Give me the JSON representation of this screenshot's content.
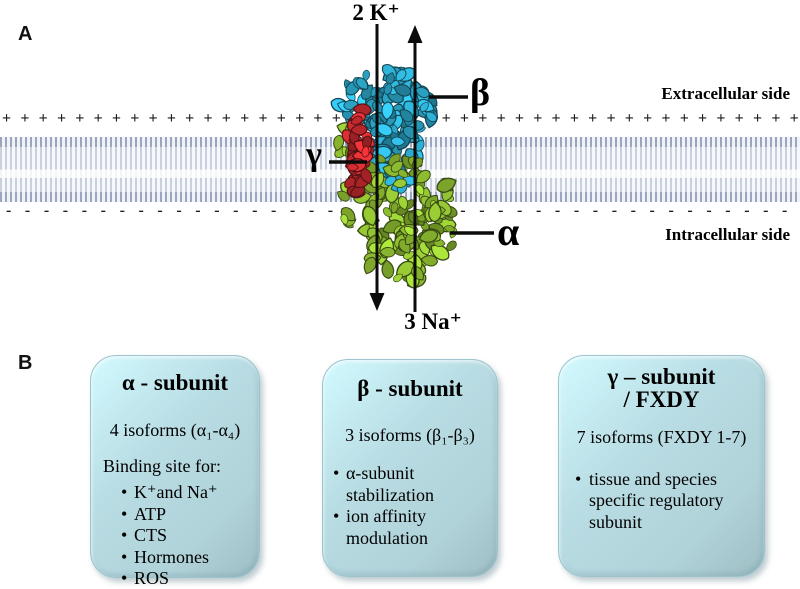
{
  "figure": {
    "panel_a": {
      "label": "A",
      "top_ion_label": "2 K⁺",
      "bottom_ion_label": "3 Na⁺",
      "extracellular_label": "Extracellular side",
      "intracellular_label": "Intracellular side",
      "alpha_label": "α",
      "beta_label": "β",
      "gamma_label": "γ",
      "plus_row": "++++++++++++++++++++++++++++++++++++++++++++",
      "minus_row": "------------------------------------------"
    },
    "panel_b": {
      "label": "B",
      "bullet_char": "•",
      "boxes": [
        {
          "title": "α - subunit",
          "isoforms": "4 isoforms (α₁-α₄)",
          "intro": "Binding site for:",
          "bullets": [
            "K⁺and Na⁺",
            "ATP",
            "CTS",
            "Hormones",
            "ROS"
          ]
        },
        {
          "title": "β - subunit",
          "isoforms": "3 isoforms (β₁-β₃)",
          "bullets": [
            "α-subunit stabilization",
            "ion affinity modulation"
          ]
        },
        {
          "title": "γ – subunit",
          "title_line2": "/ FXDY",
          "isoforms": "7 isoforms (FXDY 1-7)",
          "bullets": [
            "tissue and species specific regulatory subunit"
          ]
        }
      ]
    },
    "colors": {
      "alpha_subunit_green": "#86b22e",
      "beta_subunit_blue": "#2ba4c6",
      "gamma_subunit_red": "#c2292d",
      "membrane_gray_blue": "#8e9cb8",
      "info_box_fill": "#b9dde4"
    }
  }
}
